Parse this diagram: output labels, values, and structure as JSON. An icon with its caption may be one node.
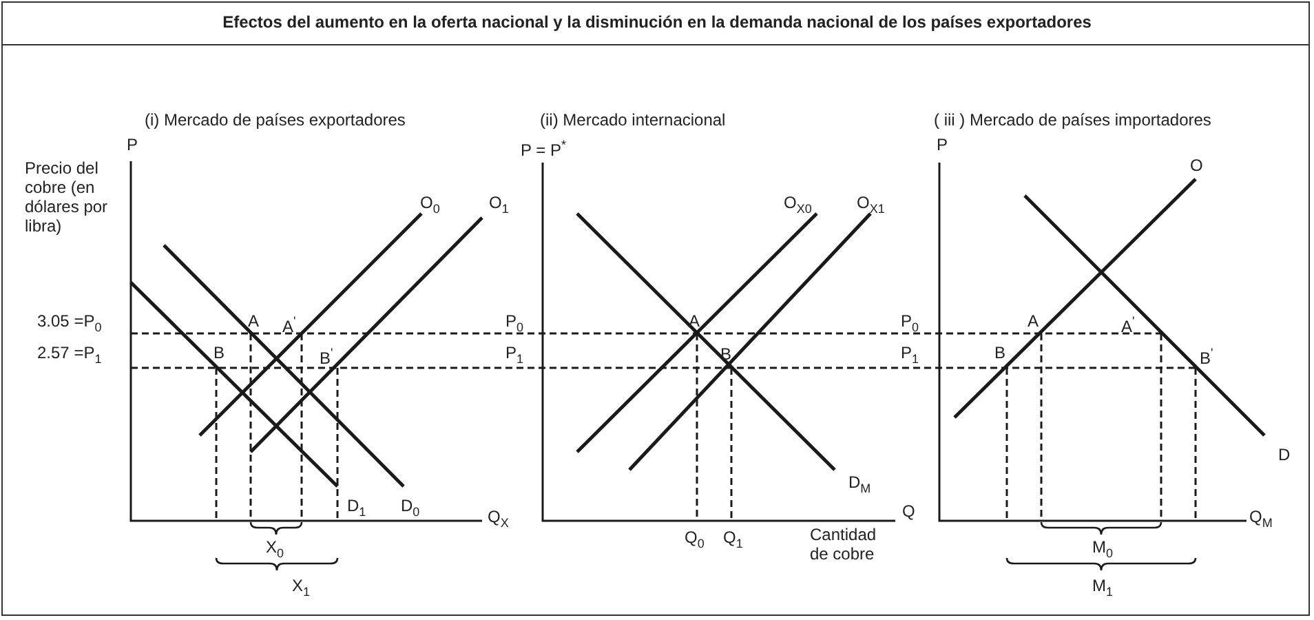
{
  "diagram": {
    "title": "Efectos del aumento en la oferta nacional y la disminución en la demanda nacional de los países exportadores",
    "labels": [
      "(i) Mercado de países exportadores",
      "(ii) Mercado internacional",
      "( iii ) Mercado de países importadores",
      "P",
      "Precio del cobre (en dólares por libra)",
      "O$_{0}$",
      "O$_{1}$",
      "P = P$^{*}$",
      "O$_{X0}$",
      "O$_{X1}$",
      "P",
      "O",
      "3.05 =P$_{0}$",
      "A",
      "A$^{'}$",
      "P$_{0}$",
      "A",
      "P$_{0}$",
      "A",
      "A$^{'}$",
      "2.57 =P$_{1}$",
      "B",
      "B$^{'}$",
      "P$_{1}$",
      "B",
      "P$_{1}$",
      "B",
      "B$^{'}$",
      "D$_{1}$",
      "D$_{0}$",
      "Q$_{X}$",
      "D$_{M}$",
      "Q",
      "D",
      "Q$_{M}$",
      "X$_{0}$",
      "Q$_{0}$",
      "Q$_{1}$",
      "Cantidad de cobre",
      "M$_{0}$",
      "X$_{1}$",
      "M$_{1}$"
    ]
  }
}
